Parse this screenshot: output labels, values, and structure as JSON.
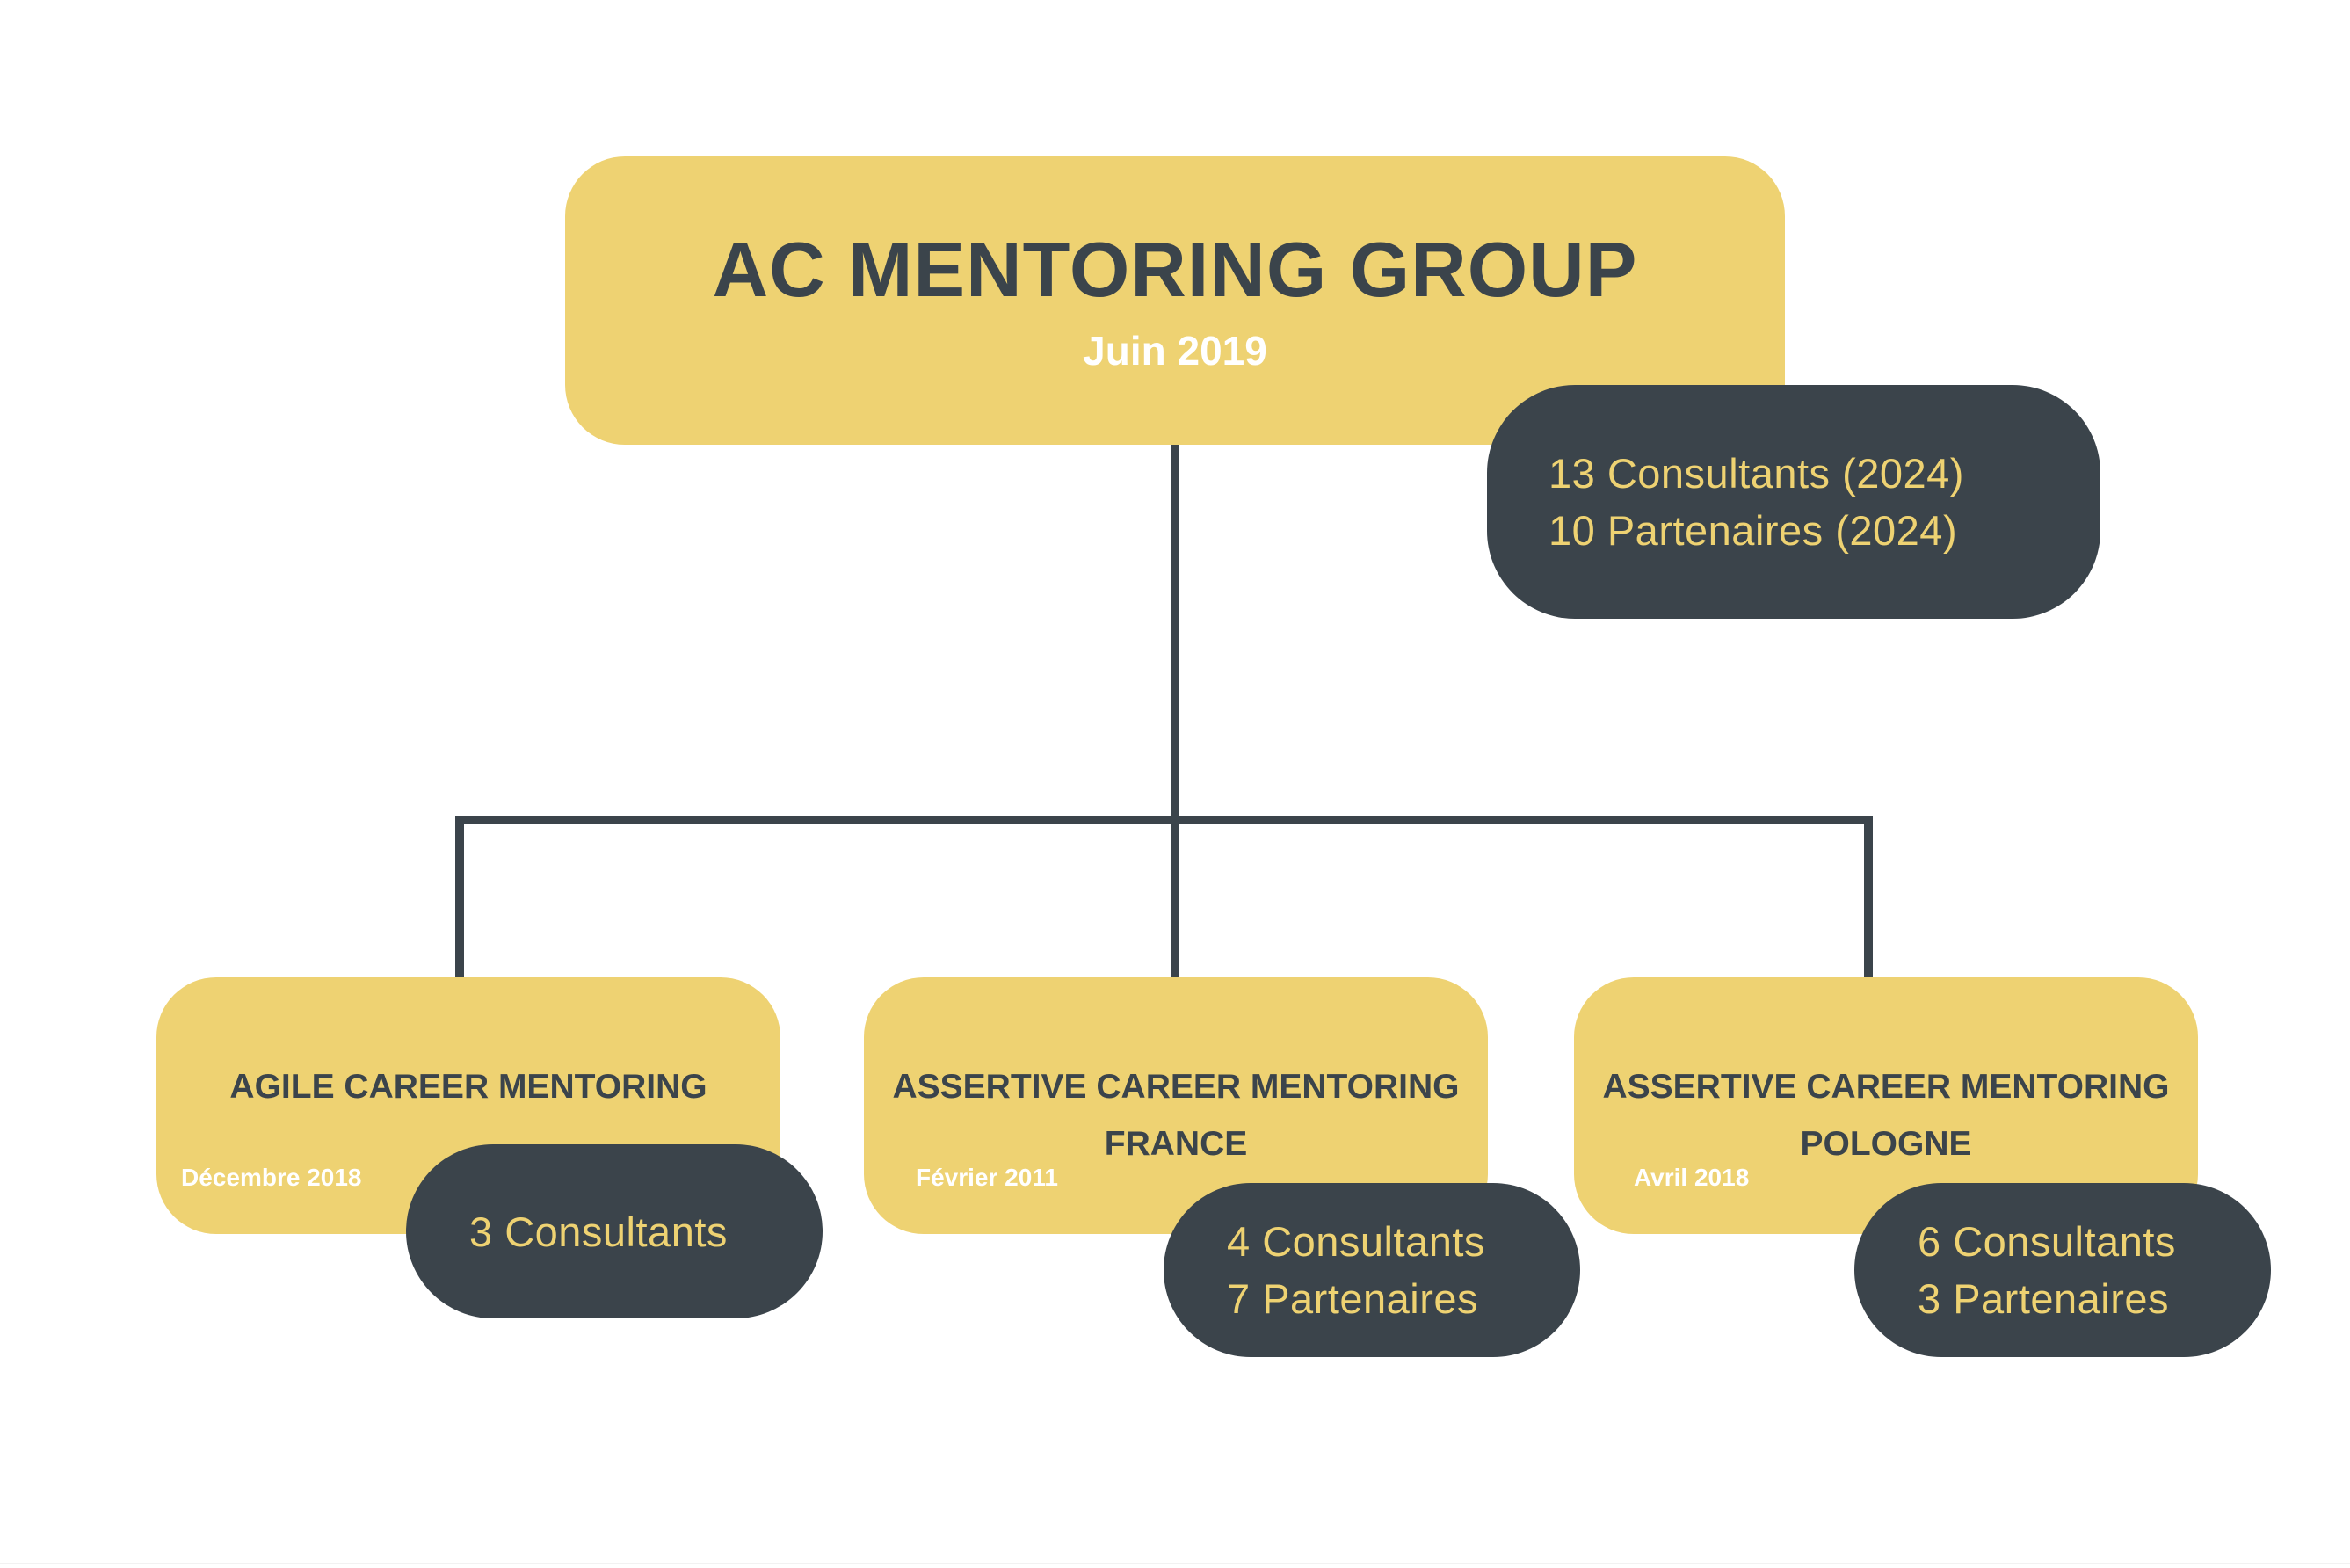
{
  "colors": {
    "box": "#eed272",
    "pill": "#3b444b",
    "title_text": "#3b444b",
    "date_text": "#ffffff",
    "pill_text": "#eed272",
    "connector": "#3b444b"
  },
  "root": {
    "title": "AC MENTORING GROUP",
    "date": "Juin 2019",
    "stats": [
      "13 Consultants (2024)",
      "10 Partenaires (2024)"
    ]
  },
  "children": [
    {
      "title_lines": [
        "AGILE CAREER MENTORING"
      ],
      "date": "Décembre 2018",
      "stats": [
        "3 Consultants"
      ]
    },
    {
      "title_lines": [
        "ASSERTIVE CAREER MENTORING",
        "FRANCE"
      ],
      "date": "Février 2011",
      "stats": [
        "4 Consultants",
        "7 Partenaires"
      ]
    },
    {
      "title_lines": [
        "ASSERTIVE CAREER MENTORING",
        "POLOGNE"
      ],
      "date": "Avril 2018",
      "stats": [
        "6 Consultants",
        "3 Partenaires"
      ]
    }
  ]
}
